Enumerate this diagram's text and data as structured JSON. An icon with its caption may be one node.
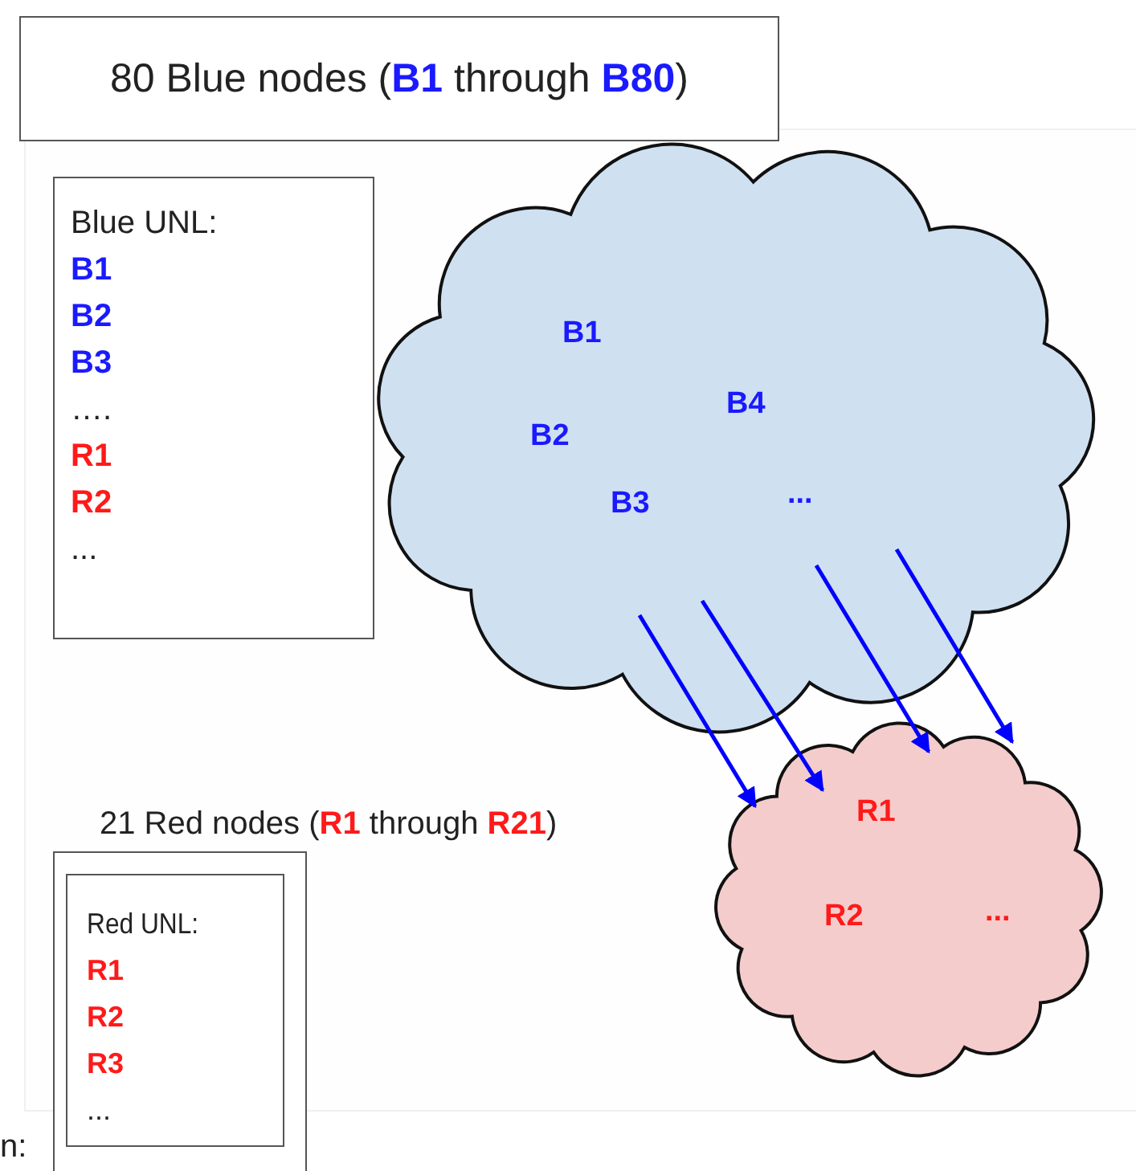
{
  "diagram": {
    "nodes": [
      {
        "text": [
          "80 Blue nodes (**B1** through **B80**)"
        ]
      },
      {
        "text": [
          "Blue UNL:",
          "B1",
          "B2",
          "B3",
          "….",
          "R1",
          "R2",
          "..."
        ]
      },
      {
        "text": [
          "B1",
          "B2",
          "B3",
          "B4",
          "..."
        ]
      },
      {
        "text": [
          "R1",
          "R2",
          "..."
        ]
      },
      {
        "text": [],
        "shape": "box"
      },
      {
        "text": [
          "Red UNL:",
          "R1",
          "R2",
          "R3",
          "..."
        ],
        "in": 4
      }
    ],
    "edges": [
      {
        "from": 2,
        "to": 3,
        "arrow": "to"
      },
      {
        "from": 2,
        "to": 3,
        "arrow": "to"
      },
      {
        "from": 2,
        "to": 3,
        "arrow": "to"
      },
      {
        "from": 2,
        "to": 3,
        "arrow": "to"
      }
    ],
    "labels": [
      "21 Red nodes (**R1** through **R21**)",
      "n:"
    ]
  }
}
